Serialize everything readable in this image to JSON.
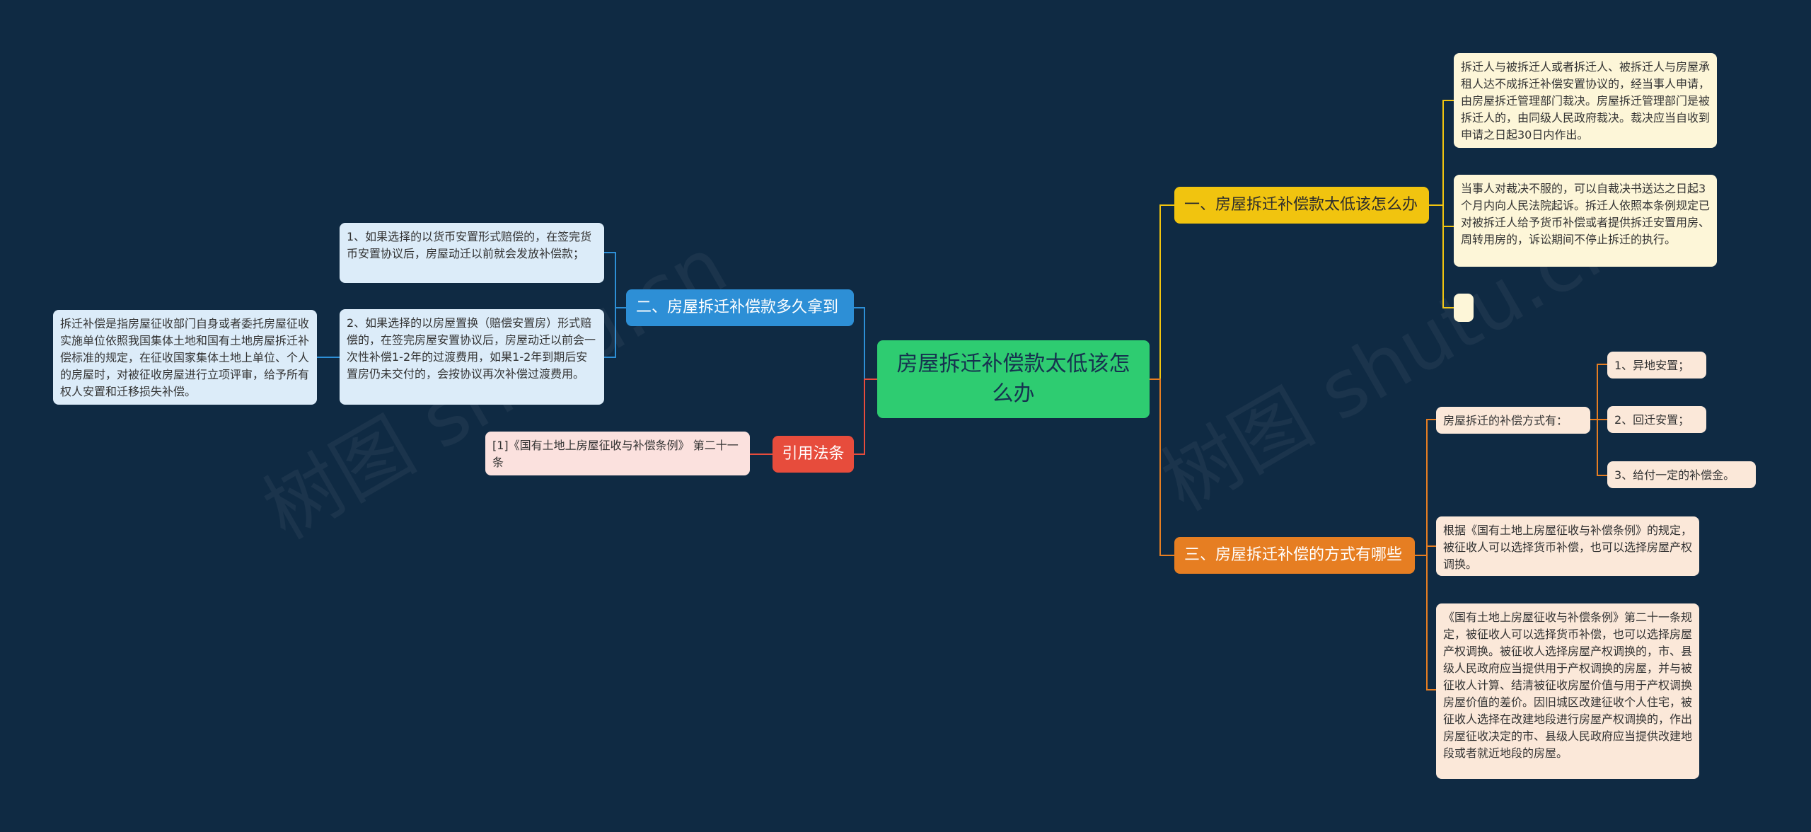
{
  "watermark": "树图 shutu.cn",
  "center": "房屋拆迁补偿款太低该怎么办",
  "branch_yellow": {
    "title": "一、房屋拆迁补偿款太低该怎么办",
    "leaves": [
      "拆迁人与被拆迁人或者拆迁人、被拆迁人与房屋承租人达不成拆迁补偿安置协议的，经当事人申请，由房屋拆迁管理部门裁决。房屋拆迁管理部门是被拆迁人的，由同级人民政府裁决。裁决应当自收到申请之日起30日内作出。",
      "当事人对裁决不服的，可以自裁决书送达之日起3个月内向人民法院起诉。拆迁人依照本条例规定已对被拆迁人给予货币补偿或者提供拆迁安置用房、周转用房的，诉讼期间不停止拆迁的执行。",
      ""
    ]
  },
  "branch_orange": {
    "title": "三、房屋拆迁补偿的方式有哪些",
    "sub": {
      "label": "房屋拆迁的补偿方式有：",
      "items": [
        "1、异地安置；",
        "2、回迁安置；",
        "3、给付一定的补偿金。"
      ]
    },
    "leaves": [
      "根据《国有土地上房屋征收与补偿条例》的规定，被征收人可以选择货币补偿，也可以选择房屋产权调换。",
      "《国有土地上房屋征收与补偿条例》第二十一条规定，被征收人可以选择货币补偿，也可以选择房屋产权调换。被征收人选择房屋产权调换的，市、县级人民政府应当提供用于产权调换的房屋，并与被征收人计算、结清被征收房屋价值与用于产权调换房屋价值的差价。因旧城区改建征收个人住宅，被征收人选择在改建地段进行房屋产权调换的，作出房屋征收决定的市、县级人民政府应当提供改建地段或者就近地段的房屋。"
    ]
  },
  "branch_blue": {
    "title": "二、房屋拆迁补偿款多久拿到",
    "leaves": [
      "1、如果选择的以货币安置形式赔偿的，在签完货币安置协议后，房屋动迁以前就会发放补偿款；",
      "2、如果选择的以房屋置换（赔偿安置房）形式赔偿的，在签完房屋安置协议后，房屋动迁以前会一次性补偿1-2年的过渡费用，如果1-2年到期后安置房仍未交付的，会按协议再次补偿过渡费用。"
    ],
    "note": "拆迁补偿是指房屋征收部门自身或者委托房屋征收实施单位依照我国集体土地和国有土地房屋拆迁补偿标准的规定，在征收国家集体土地上单位、个人的房屋时，对被征收房屋进行立项评审，给予所有权人安置和迁移损失补偿。"
  },
  "branch_red": {
    "title": "引用法条",
    "leaves": [
      "[1]《国有土地上房屋征收与补偿条例》 第二十一条"
    ]
  },
  "colors": {
    "background": "#0f2a43",
    "center": "#2ecc71",
    "yellow": "#f1c40f",
    "orange": "#e67e22",
    "blue": "#2d8fd6",
    "red": "#e74c3c"
  }
}
